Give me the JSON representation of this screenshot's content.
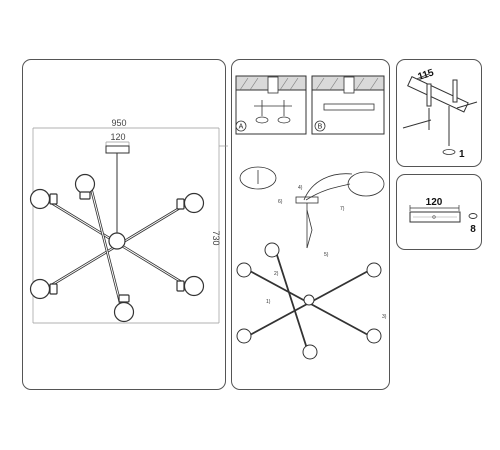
{
  "main_drawing": {
    "dimensions": {
      "width": "950",
      "canopy": "120",
      "height": "730"
    }
  },
  "ceiling_options": {
    "option_a": "A",
    "option_b": "B"
  },
  "assembly": {
    "steps": [
      "1)",
      "2)",
      "3)",
      "4)",
      "5)",
      "6)",
      "7)"
    ]
  },
  "mount_detail": {
    "dimension": "115",
    "count": "1"
  },
  "canopy_detail": {
    "dimension": "120",
    "count": "8"
  }
}
